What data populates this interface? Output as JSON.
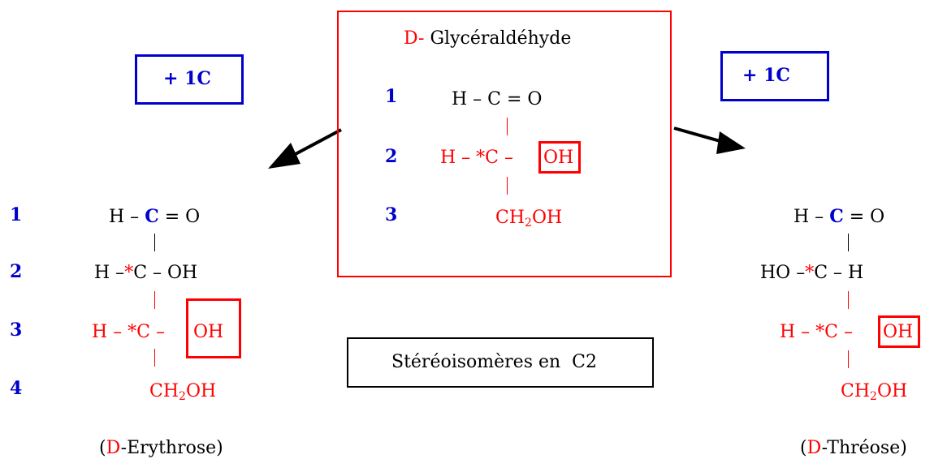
{
  "colors": {
    "red": "#ff0000",
    "blue": "#0000cc",
    "black": "#000000"
  },
  "center": {
    "title_prefix": "D-",
    "title_name": "Glycéraldéhyde",
    "nums": [
      "1",
      "2",
      "3"
    ],
    "row1": {
      "left": "H – C = O"
    },
    "row2": {
      "left": "H – *C –",
      "oh": "OH"
    },
    "row3": {
      "c": "CH",
      "sub": "2",
      "oh": "OH"
    }
  },
  "plus_left": {
    "sign": "+",
    "text": "1C"
  },
  "plus_right": {
    "sign": "+",
    "text": "1C"
  },
  "left": {
    "nums": [
      "1",
      "2",
      "3",
      "4"
    ],
    "row1": {
      "h": "H –",
      "c": "C",
      "rest": "= O"
    },
    "row2": {
      "h": "H –",
      "star": "*",
      "rest": "C – OH"
    },
    "row3": {
      "left": "H – *C –",
      "oh": "OH"
    },
    "row4": {
      "c": "CH",
      "sub": "2",
      "oh": "OH"
    },
    "caption": {
      "open": "(",
      "d": "D",
      "rest": "-Erythrose)"
    }
  },
  "right": {
    "row1": {
      "h": "H –",
      "c": "C",
      "rest": "= O"
    },
    "row2": {
      "h": "HO –",
      "star": "*",
      "rest": "C – H"
    },
    "row3": {
      "left": "H – *C –",
      "oh": "OH"
    },
    "row4": {
      "c": "CH",
      "sub": "2",
      "oh": "OH"
    },
    "caption": {
      "open": "(",
      "d": "D",
      "rest": "-Thréose)"
    }
  },
  "stereo_label": "Stéréoisomères en  C2"
}
